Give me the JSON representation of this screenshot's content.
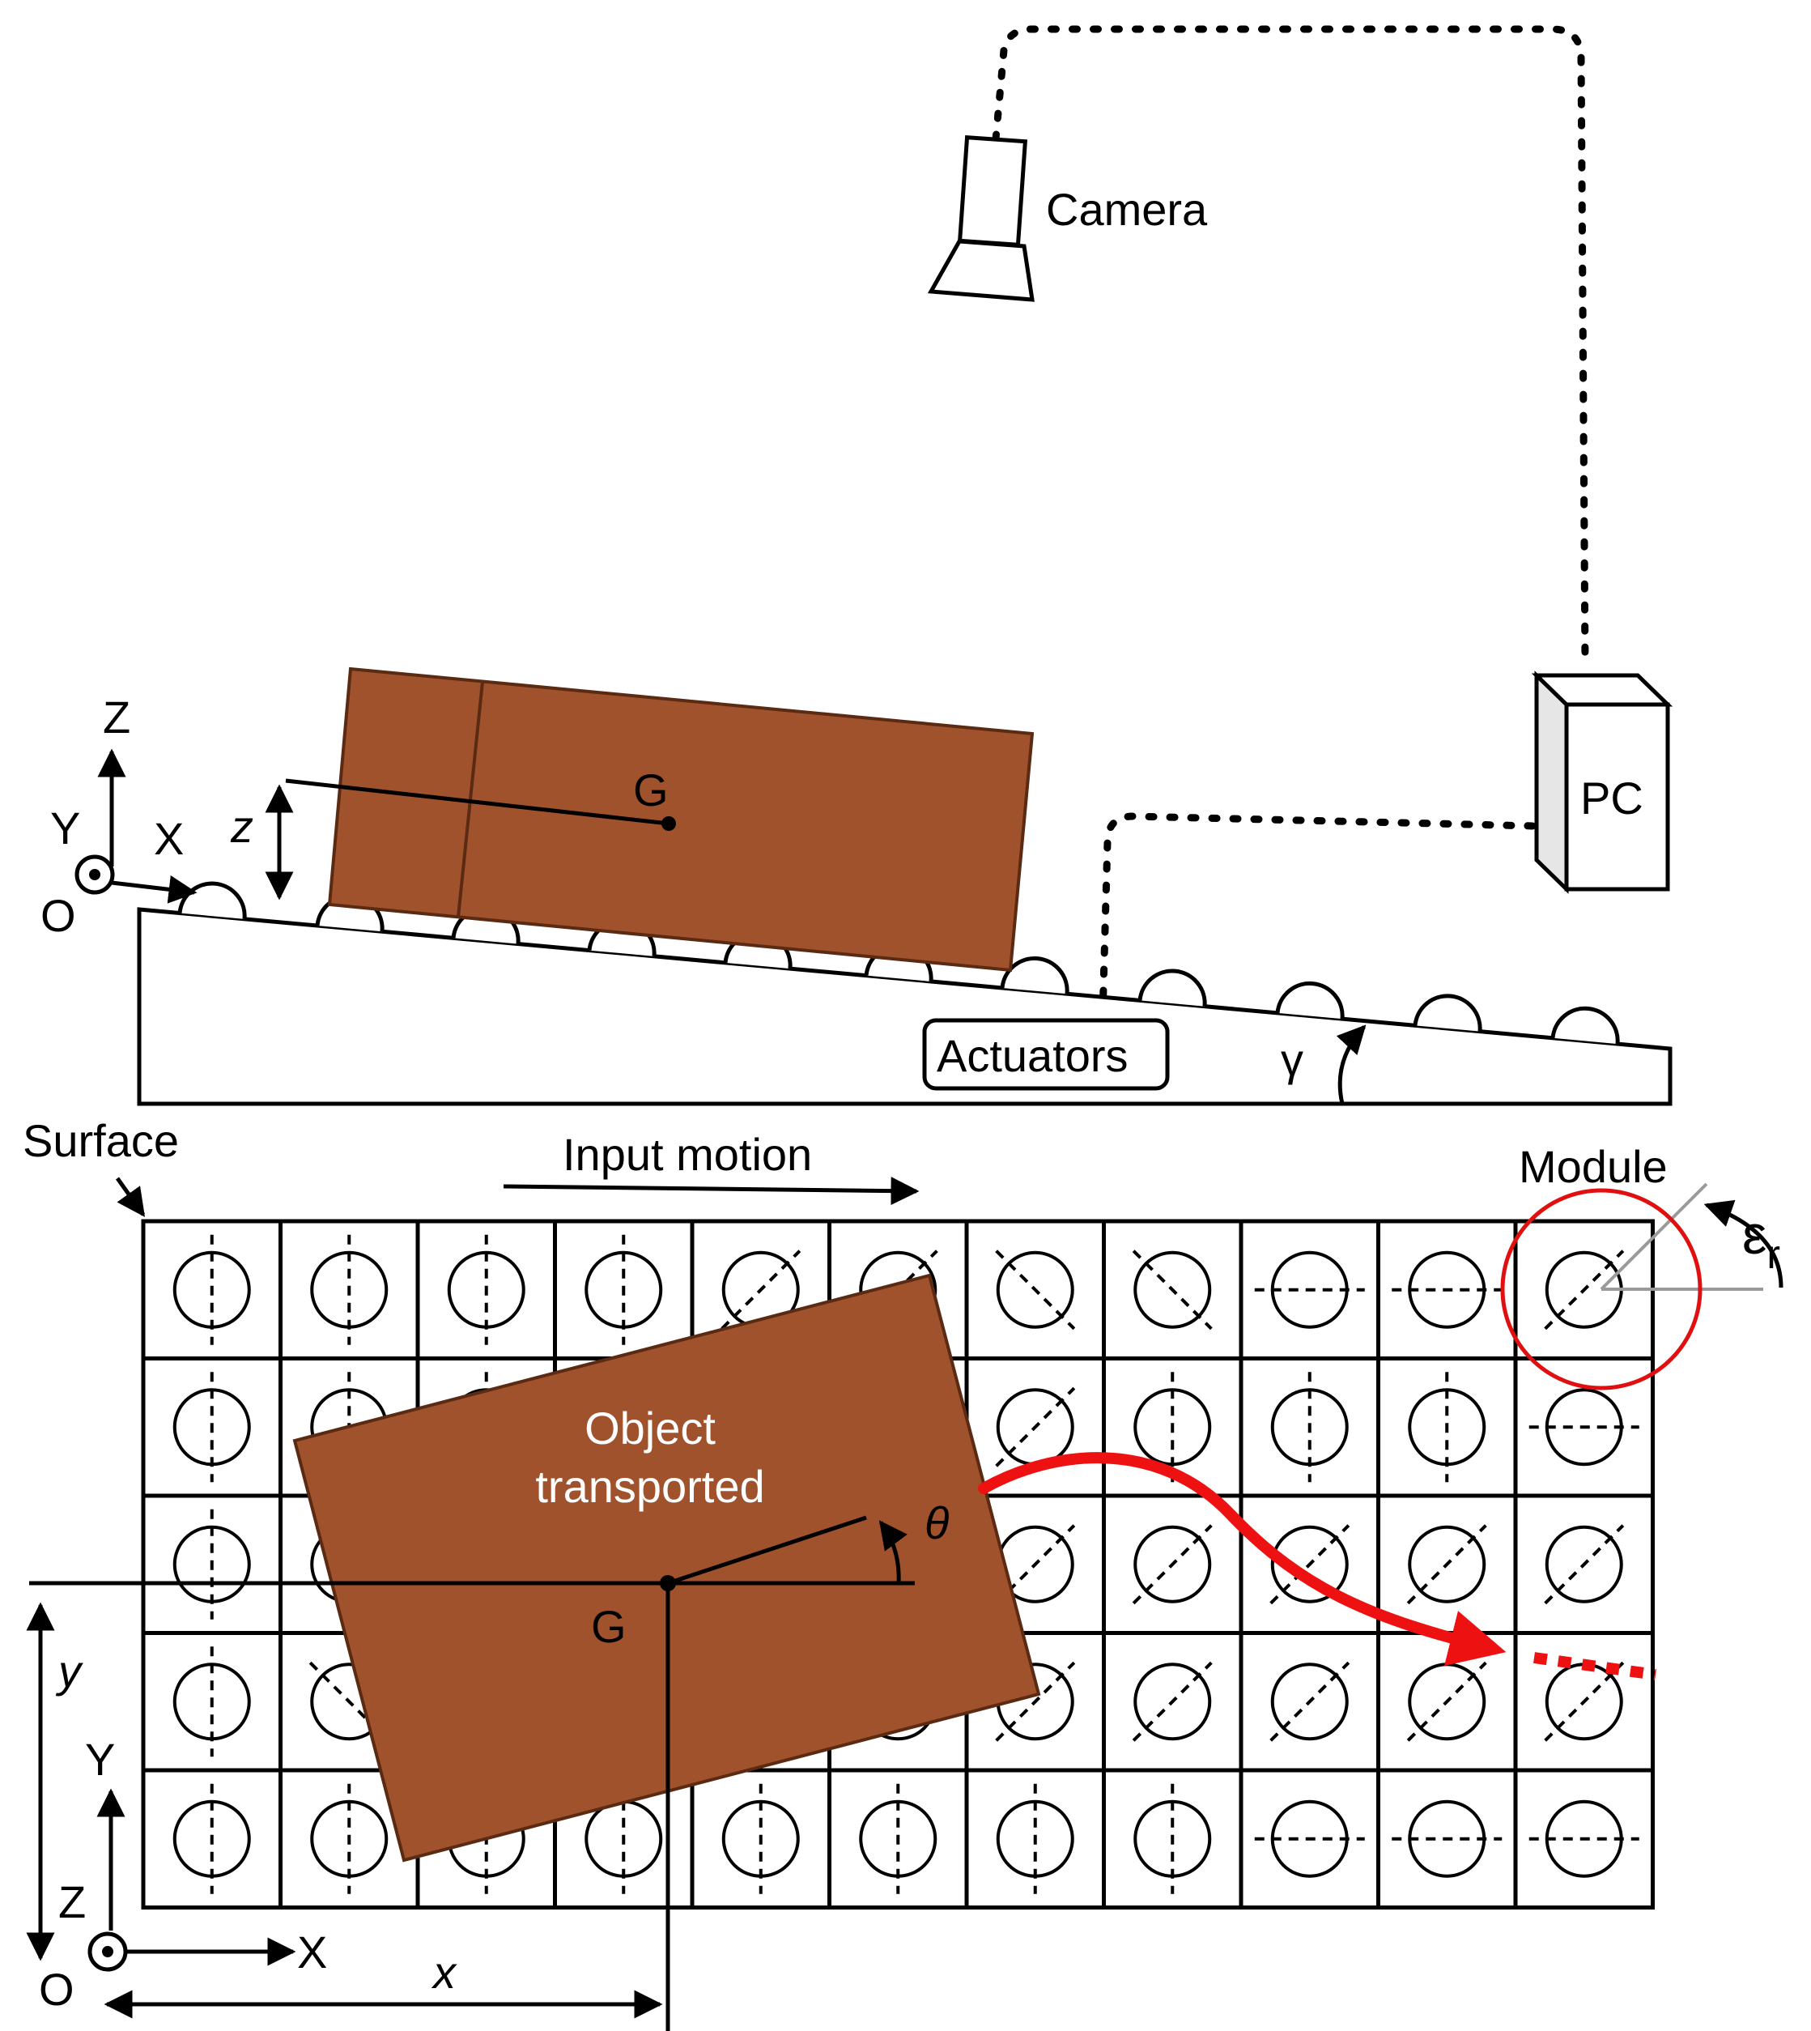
{
  "side_view": {
    "camera_label": "Camera",
    "pc_label": "PC",
    "actuators_label": "Actuators",
    "g_label": "G",
    "z_dim_label": "z",
    "angle_label": "γ",
    "axes": {
      "z": "Z",
      "y": "Y",
      "x": "X",
      "origin": "O"
    }
  },
  "top_view": {
    "surface_label": "Surface",
    "input_motion_label": "Input motion",
    "module_label": "Module",
    "epsilon_label": "ε",
    "epsilon_subscript": "r",
    "object_label_line1": "Object",
    "object_label_line2": "transported",
    "theta_label": "θ",
    "g_label": "G",
    "x_dim_label": "x",
    "y_dim_label": "y",
    "axes": {
      "y": "Y",
      "z": "Z",
      "x": "X",
      "origin": "O"
    }
  },
  "colors": {
    "object_fill": "#a0522d",
    "object_stroke": "#5a2a12",
    "trajectory": "#ee1111",
    "module_highlight": "#e01010",
    "pc_side": "#e6e6e6",
    "guide_grey": "#9a9a9a"
  },
  "module_grid": {
    "rows": 5,
    "cols": 11,
    "orientations": [
      [
        "v",
        "v",
        "v",
        "v",
        "d",
        "d",
        "a",
        "a",
        "h",
        "h",
        "d"
      ],
      [
        "v",
        "v",
        "v",
        "v",
        "d",
        "d",
        "d",
        "v",
        "v",
        "v",
        "h"
      ],
      [
        "v",
        "v",
        "v",
        "v",
        "d",
        "d",
        "d",
        "d",
        "d",
        "d",
        "d"
      ],
      [
        "v",
        "a",
        "a",
        "a",
        "d",
        "d",
        "d",
        "d",
        "d",
        "d",
        "d"
      ],
      [
        "v",
        "v",
        "v",
        "v",
        "v",
        "v",
        "v",
        "v",
        "h",
        "h",
        "h"
      ]
    ]
  }
}
